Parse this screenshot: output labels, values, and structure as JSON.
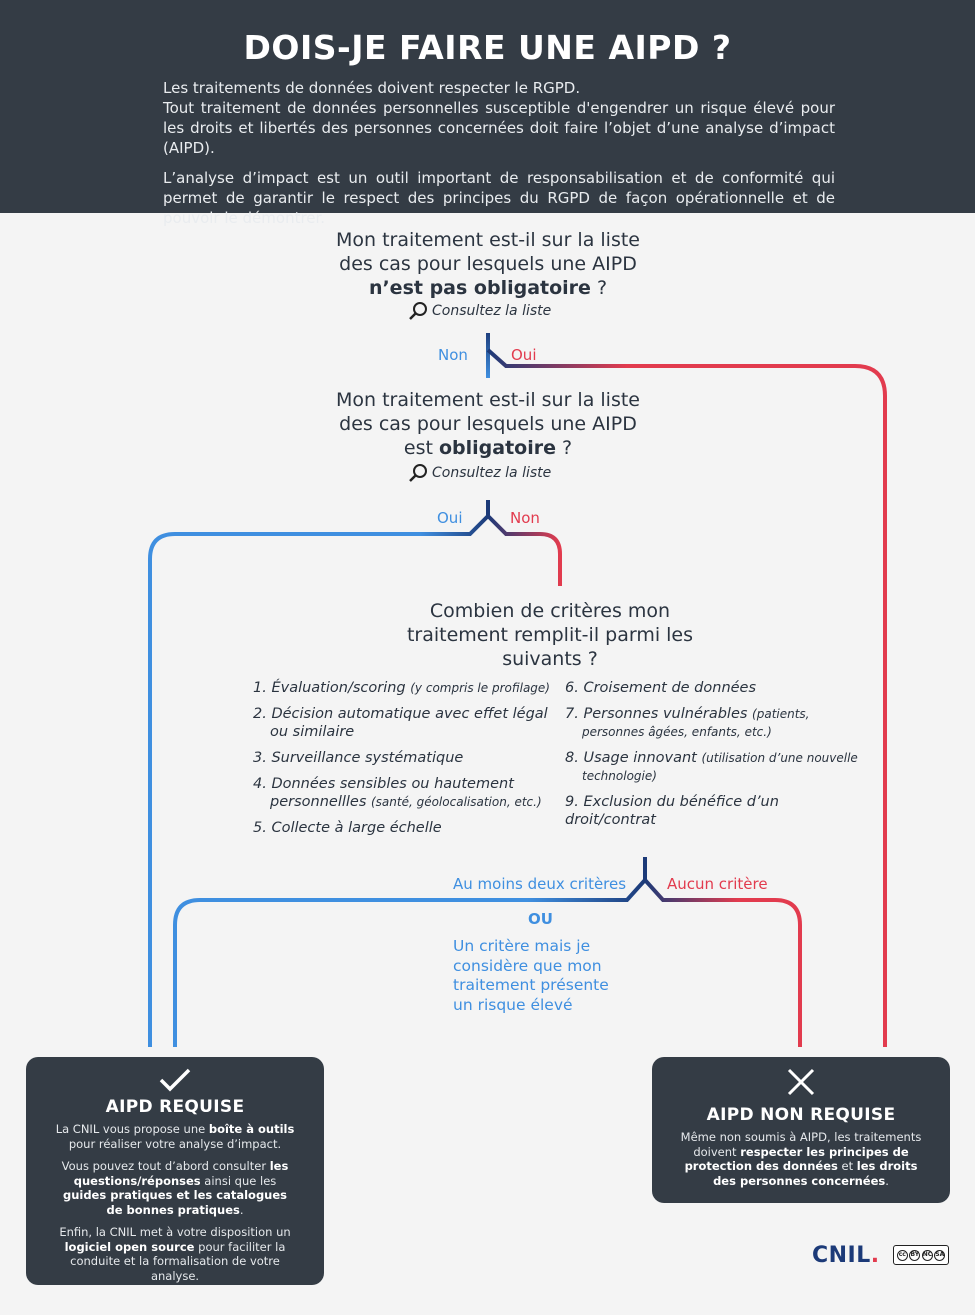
{
  "header": {
    "title": "DOIS-JE FAIRE UNE AIPD ?",
    "intro_1": "Les traitements de données doivent respecter le RGPD.",
    "intro_2": "Tout traitement de données personnelles susceptible d'engendrer un risque élevé pour les droits et libertés des personnes concernées doit faire l’objet d’une analyse d’impact (AIPD).",
    "intro_3": "L’analyse d’impact est un outil important de responsabilisation et de conformité qui permet de garantir le respect des principes du RGPD de façon opérationnelle et de pouvoir le démontrer."
  },
  "q1": {
    "line1": "Mon traitement est-il sur la liste",
    "line2": "des cas pour lesquels une AIPD",
    "bold": "n’est pas obligatoire",
    "suffix": " ?",
    "lookup": "Consultez la liste",
    "left_label": "Non",
    "right_label": "Oui"
  },
  "q2": {
    "line1": "Mon traitement est-il sur la liste",
    "line2": "des cas pour lesquels une AIPD",
    "prefix": "est ",
    "bold": "obligatoire",
    "suffix": " ?",
    "lookup": "Consultez la liste",
    "left_label": "Oui",
    "right_label": "Non"
  },
  "q3": {
    "line1": "Combien de critères mon",
    "line2": "traitement remplit-il parmi les",
    "line3": "suivants ?",
    "left_label": "Au moins deux critères",
    "right_label": "Aucun critère",
    "ou": "OU",
    "alt": [
      "Un critère mais je",
      "considère que mon",
      "traitement présente",
      "un risque élevé"
    ]
  },
  "criteria_left": [
    {
      "n": "1.",
      "text": "Évaluation/scoring",
      "note": "(y compris le profilage)"
    },
    {
      "n": "2.",
      "text": "Décision automatique avec effet légal ou similaire",
      "note": ""
    },
    {
      "n": "3.",
      "text": "Surveillance systématique",
      "note": ""
    },
    {
      "n": "4.",
      "text": "Données sensibles ou hautement personnellles",
      "note": "(santé, géolocalisation, etc.)"
    },
    {
      "n": "5.",
      "text": "Collecte à large échelle",
      "note": ""
    }
  ],
  "criteria_right": [
    {
      "n": "6.",
      "text": "Croisement de données",
      "note": ""
    },
    {
      "n": "7.",
      "text": "Personnes vulnérables",
      "note": "(patients, personnes âgées, enfants, etc.)"
    },
    {
      "n": "8.",
      "text": "Usage innovant",
      "note": "(utilisation d’une nouvelle technologie)"
    },
    {
      "n": "9.",
      "text": "Exclusion du bénéfice d’un droit/contrat",
      "note": ""
    }
  ],
  "box_required": {
    "title": "AIPD REQUISE",
    "p1a": "La CNIL vous propose une ",
    "p1b": "boîte à outils",
    "p1c": " pour réaliser votre analyse d’impact.",
    "p2a": "Vous pouvez tout d’abord consulter ",
    "p2b": "les questions/réponses",
    "p2c": " ainsi que les ",
    "p2d": "guides pratiques et les catalogues de bonnes pratiques",
    "p2e": ".",
    "p3a": "Enfin, la CNIL met à votre disposition un ",
    "p3b": "logiciel open source",
    "p3c": " pour faciliter la conduite et la formalisation de votre analyse."
  },
  "box_not_required": {
    "title": "AIPD NON REQUISE",
    "t1": "Même non soumis à AIPD, les traitements doivent ",
    "t2": "respecter les principes de protection des données",
    "t3": " et ",
    "t4": "les droits des personnes concernées",
    "t5": "."
  },
  "footer": {
    "logo": "CNIL",
    "logo_dot": ".",
    "cc": [
      "cc",
      "BY",
      "NC",
      "SA"
    ]
  },
  "colors": {
    "blue": "#3f8fe0",
    "red": "#e23b4e",
    "navy": "#1c3a78",
    "dark": "#343c45"
  }
}
